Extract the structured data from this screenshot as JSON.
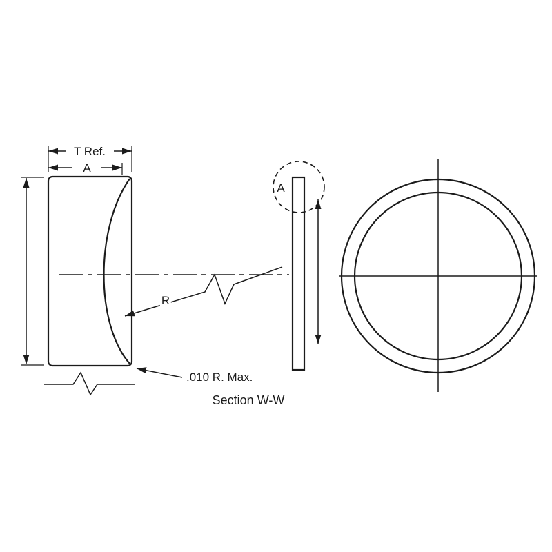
{
  "drawing": {
    "caption": "Section W-W",
    "dims": {
      "t_ref": "T Ref.",
      "a": "A",
      "r": "R",
      "detail_a": "A",
      "edge_radius": ".010 R. Max."
    },
    "colors": {
      "line": "#1b1b1b",
      "background": "#ffffff"
    }
  }
}
